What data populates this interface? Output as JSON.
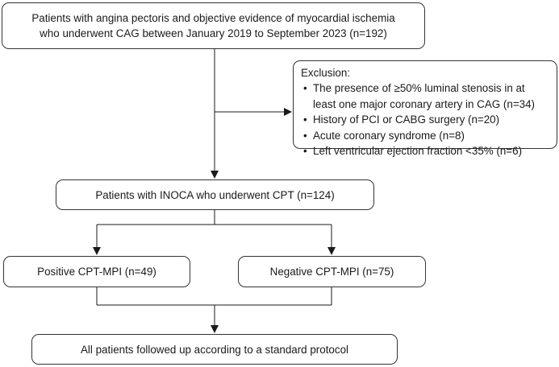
{
  "boxes": {
    "enrolled": {
      "line1": "Patients with angina pectoris and objective evidence of myocardial ischemia",
      "line2": "who underwent CAG between January 2019 to September 2023 (n=192)"
    },
    "exclusion": {
      "title": "Exclusion:",
      "items": [
        {
          "bullet": "•",
          "lines": [
            "The presence of ≥50% luminal stenosis in at",
            "least one major coronary artery in CAG (n=34)"
          ]
        },
        {
          "bullet": "•",
          "lines": [
            "History of PCI or CABG surgery (n=20)"
          ]
        },
        {
          "bullet": "•",
          "lines": [
            "Acute coronary syndrome (n=8)"
          ]
        },
        {
          "bullet": "•",
          "lines": [
            "Left ventricular ejection fraction <35% (n=6)"
          ]
        }
      ]
    },
    "inoca": {
      "text": "Patients with INOCA who underwent CPT (n=124)"
    },
    "positive": {
      "text": "Positive CPT-MPI (n=49)"
    },
    "negative": {
      "text": "Negative CPT-MPI (n=75)"
    },
    "followup": {
      "text": "All patients followed up according to a standard protocol"
    }
  },
  "colors": {
    "line": "#1a1a1a",
    "border": "#333333",
    "text": "#1a1a1a"
  }
}
